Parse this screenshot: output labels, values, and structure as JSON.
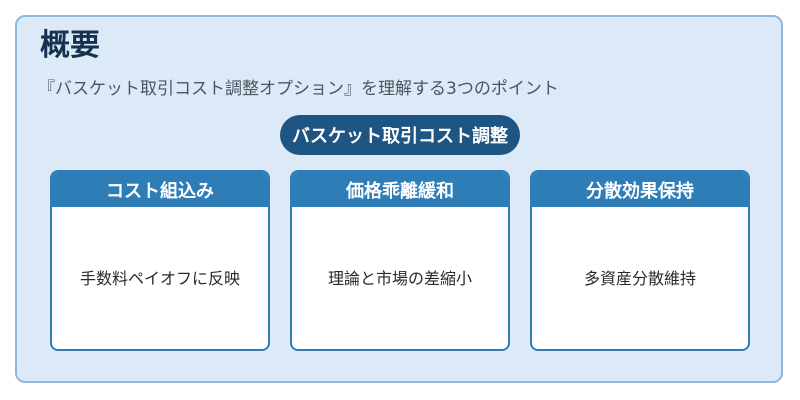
{
  "title": "概要",
  "subtitle": "『バスケット取引コスト調整オプション』を理解する3つのポイント",
  "center_label": "バスケット取引コスト調整",
  "cards": [
    {
      "header": "コスト組込み",
      "body": "手数料ペイオフに反映"
    },
    {
      "header": "価格乖離緩和",
      "body": "理論と市場の差縮小"
    },
    {
      "header": "分散効果保持",
      "body": "多資産分散維持"
    }
  ],
  "colors": {
    "panel_bg": "#dbeaf6",
    "panel_border": "#8fb8dd",
    "pill_bg": "#1f5582",
    "card_header_bg": "#2e7db6"
  }
}
